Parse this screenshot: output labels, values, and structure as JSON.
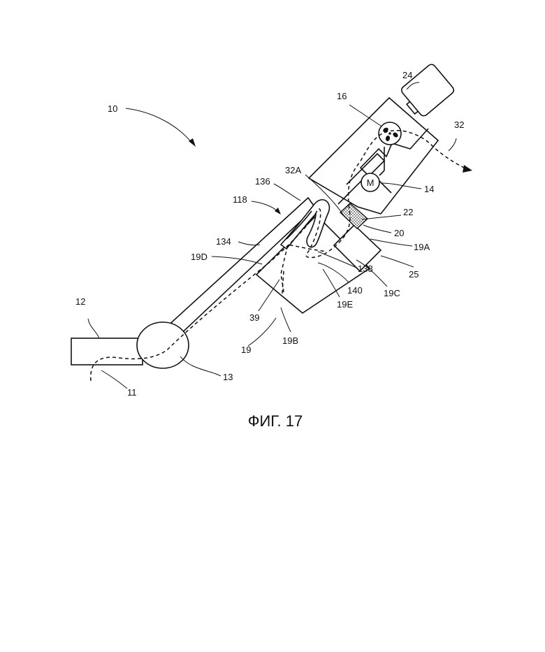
{
  "figure": {
    "caption": "ФИГ. 17",
    "labels": {
      "l10": "10",
      "l12": "12",
      "l11": "11",
      "l13": "13",
      "l16": "16",
      "l24": "24",
      "l32": "32",
      "l32A": "32A",
      "l136": "136",
      "l118": "118",
      "l134": "134",
      "l19D": "19D",
      "l22": "22",
      "l20": "20",
      "l19A": "19A",
      "l14": "14",
      "l25": "25",
      "l138": "138",
      "l140": "140",
      "l19C": "19C",
      "l19E": "19E",
      "l39": "39",
      "l19": "19",
      "l19B": "19B",
      "motor": "M"
    }
  }
}
